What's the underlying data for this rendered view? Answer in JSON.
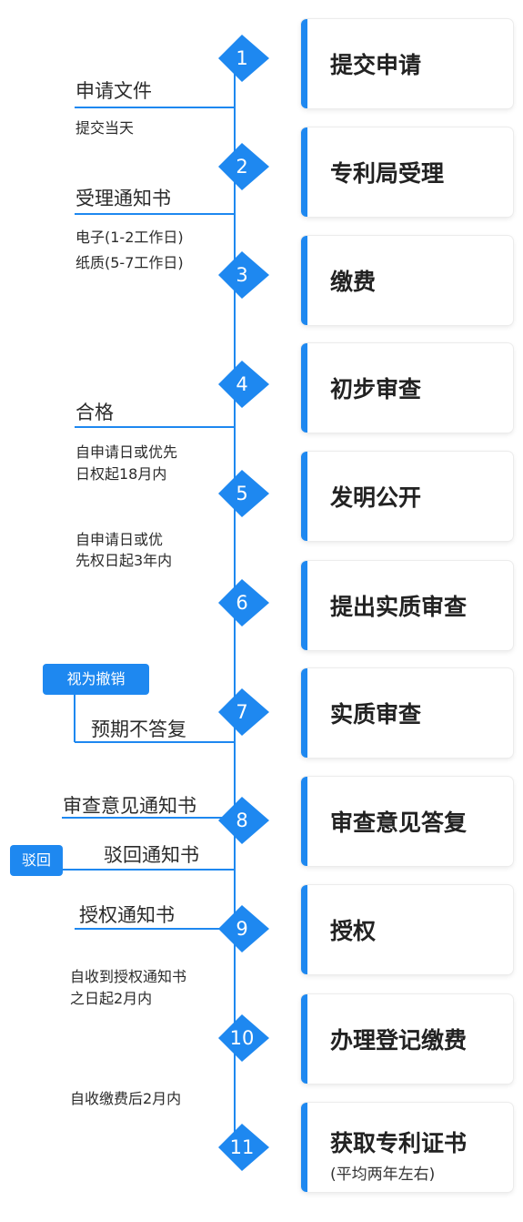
{
  "steps": [
    {
      "num": "1",
      "title": "提交申请"
    },
    {
      "num": "2",
      "title": "专利局受理"
    },
    {
      "num": "3",
      "title": "缴费"
    },
    {
      "num": "4",
      "title": "初步审查"
    },
    {
      "num": "5",
      "title": "发明公开"
    },
    {
      "num": "6",
      "title": "提出实质审查"
    },
    {
      "num": "7",
      "title": "实质审查"
    },
    {
      "num": "8",
      "title": "审查意见答复"
    },
    {
      "num": "9",
      "title": "授权"
    },
    {
      "num": "10",
      "title": "办理登记缴费"
    },
    {
      "num": "11",
      "title": "获取专利证书",
      "subtitle": "(平均两年左右)"
    }
  ],
  "labels": {
    "apply_file": "申请文件",
    "same_day": "提交当天",
    "acceptance_notice": "受理通知书",
    "electronic": "电子(1-2工作日)",
    "paper": "纸质(5-7工作日)",
    "qualified": "合格",
    "publish_time_1": "自申请日或优先",
    "publish_time_2": "日权起18月内",
    "exam_time_1": "自申请日或优",
    "exam_time_2": "先权日起3年内",
    "overdue_reply": "预期不答复",
    "exam_opinion_notice": "审查意见通知书",
    "rejection_notice": "驳回通知书",
    "grant_notice": "授权通知书",
    "register_time_1": "自收到授权通知书",
    "register_time_2": "之日起2月内",
    "cert_time": "自收缴费后2月内"
  },
  "tags": {
    "withdrawn": "视为撤销",
    "rejected": "驳回"
  },
  "colors": {
    "accent": "#1e88f0",
    "text": "#2b2b2b",
    "card_border": "#ececec"
  }
}
